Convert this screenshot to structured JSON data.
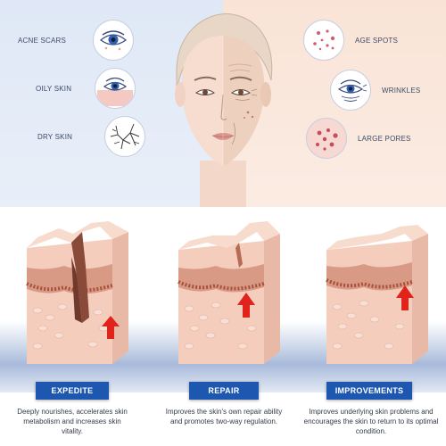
{
  "left_concerns": [
    {
      "label": "ACNE SCARS",
      "icon": "acne-scars-eye-icon"
    },
    {
      "label": "OILY SKIN",
      "icon": "oily-skin-eye-icon"
    },
    {
      "label": "DRY SKIN",
      "icon": "dry-skin-cracks-icon"
    }
  ],
  "right_concerns": [
    {
      "label": "AGE SPOTS",
      "icon": "age-spots-icon"
    },
    {
      "label": "WRINKLES",
      "icon": "wrinkles-eye-icon"
    },
    {
      "label": "LARGE PORES",
      "icon": "large-pores-icon"
    }
  ],
  "stages": [
    {
      "title": "EXPEDITE",
      "description": "Deeply nourishes, accelerates skin metabolism and increases skin vitality."
    },
    {
      "title": "REPAIR",
      "description": "Improves the skin's own repair ability and promotes two-way regulation."
    },
    {
      "title": "IMPROVEMENTS",
      "description": "Improves underlying skin problems and encourages the skin to return to its optimal condition."
    }
  ],
  "colors": {
    "badge": "#1d57b0",
    "arrow": "#e0231b",
    "left_bg": "#dfe8f6",
    "right_bg": "#f9e3d6",
    "skin": "#f1c3b0"
  }
}
